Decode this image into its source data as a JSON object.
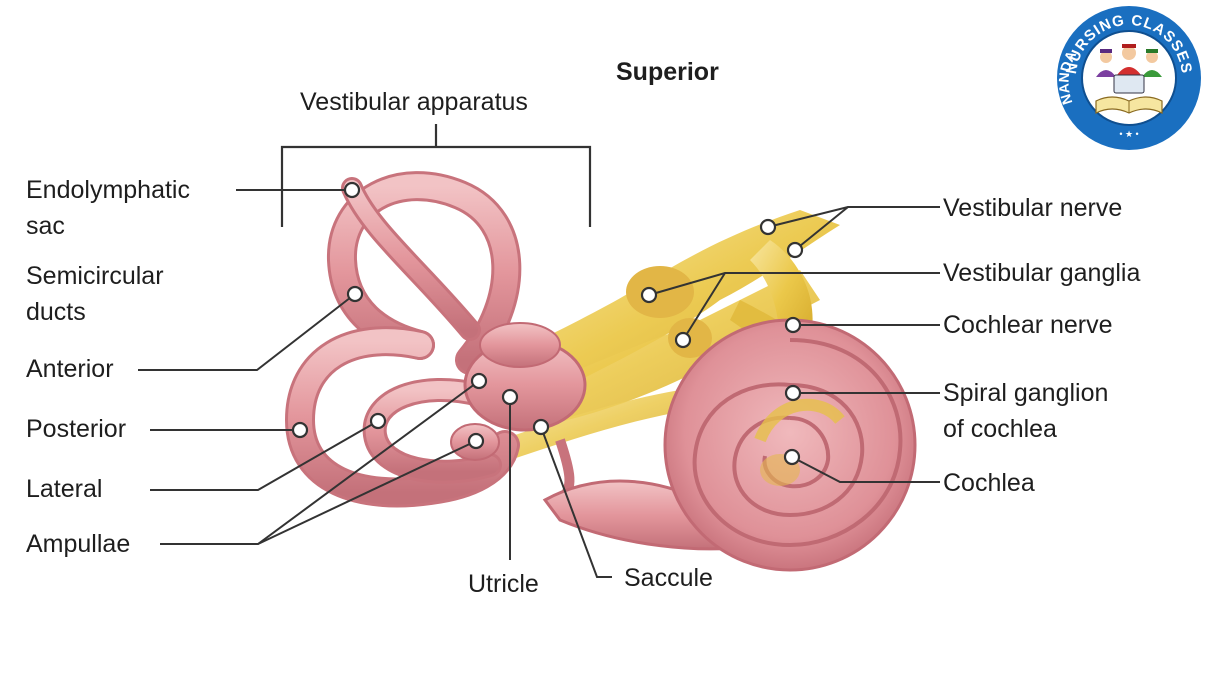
{
  "title": "Superior",
  "group_label": "Vestibular apparatus",
  "labels": {
    "endolymphatic_sac": [
      "Endolymphatic",
      "sac"
    ],
    "semicircular_ducts": [
      "Semicircular",
      "ducts"
    ],
    "anterior": "Anterior",
    "posterior": "Posterior",
    "lateral": "Lateral",
    "ampullae": "Ampullae",
    "utricle": "Utricle",
    "saccule": "Saccule",
    "vestibular_nerve": "Vestibular nerve",
    "vestibular_ganglia": "Vestibular ganglia",
    "cochlear_nerve": "Cochlear nerve",
    "spiral_ganglion": [
      "Spiral ganglion",
      "of cochlea"
    ],
    "cochlea": "Cochlea"
  },
  "logo": {
    "top_text": "NURSING CLASSES",
    "left_text": "NANDA",
    "ring_color": "#1a6fc0",
    "inner_color": "#ffffff"
  },
  "colors": {
    "membrane": "#e6a3a8",
    "membrane_dark": "#c7707a",
    "nerve": "#e9c646",
    "nerve_light": "#f6e08c",
    "leader": "#3a3a3a"
  }
}
